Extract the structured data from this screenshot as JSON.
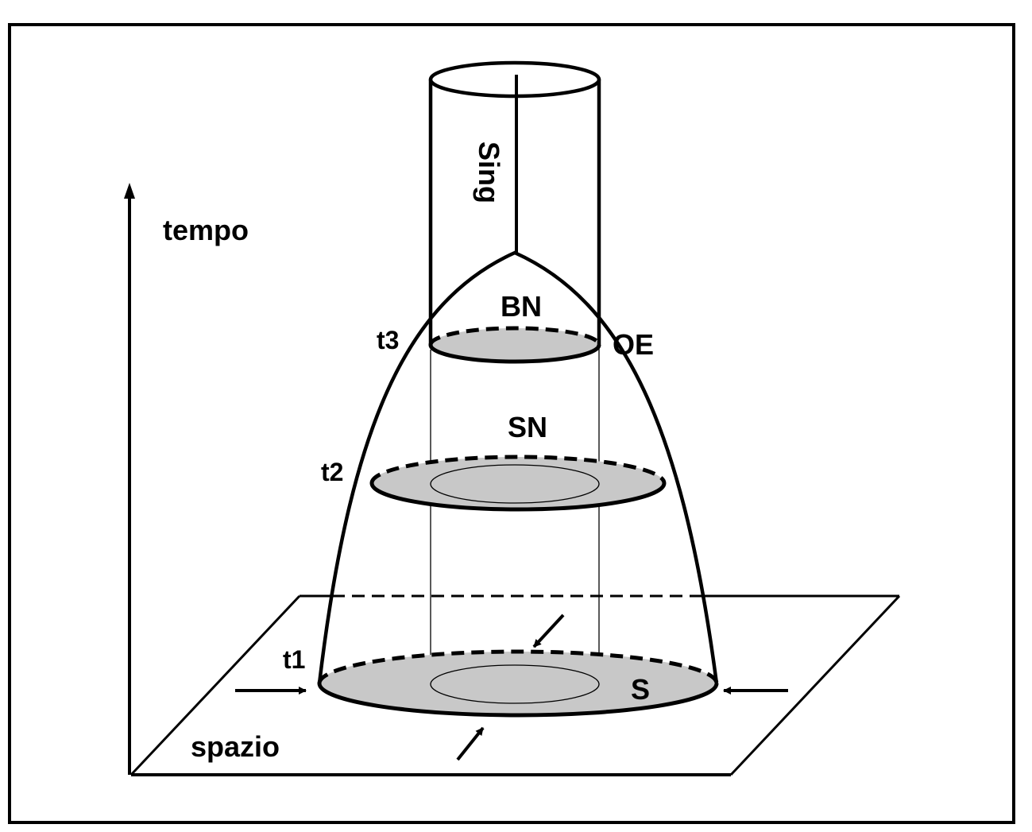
{
  "labels": {
    "time_axis": "tempo",
    "space_plane": "spazio",
    "singularity": "Sing",
    "black_hole": "BN",
    "event_horizon": "OE",
    "supernova": "SN",
    "star": "S",
    "t1": "t1",
    "t2": "t2",
    "t3": "t3"
  },
  "colors": {
    "line": "#000000",
    "fill": "#c8c8c8",
    "background": "#ffffff"
  }
}
